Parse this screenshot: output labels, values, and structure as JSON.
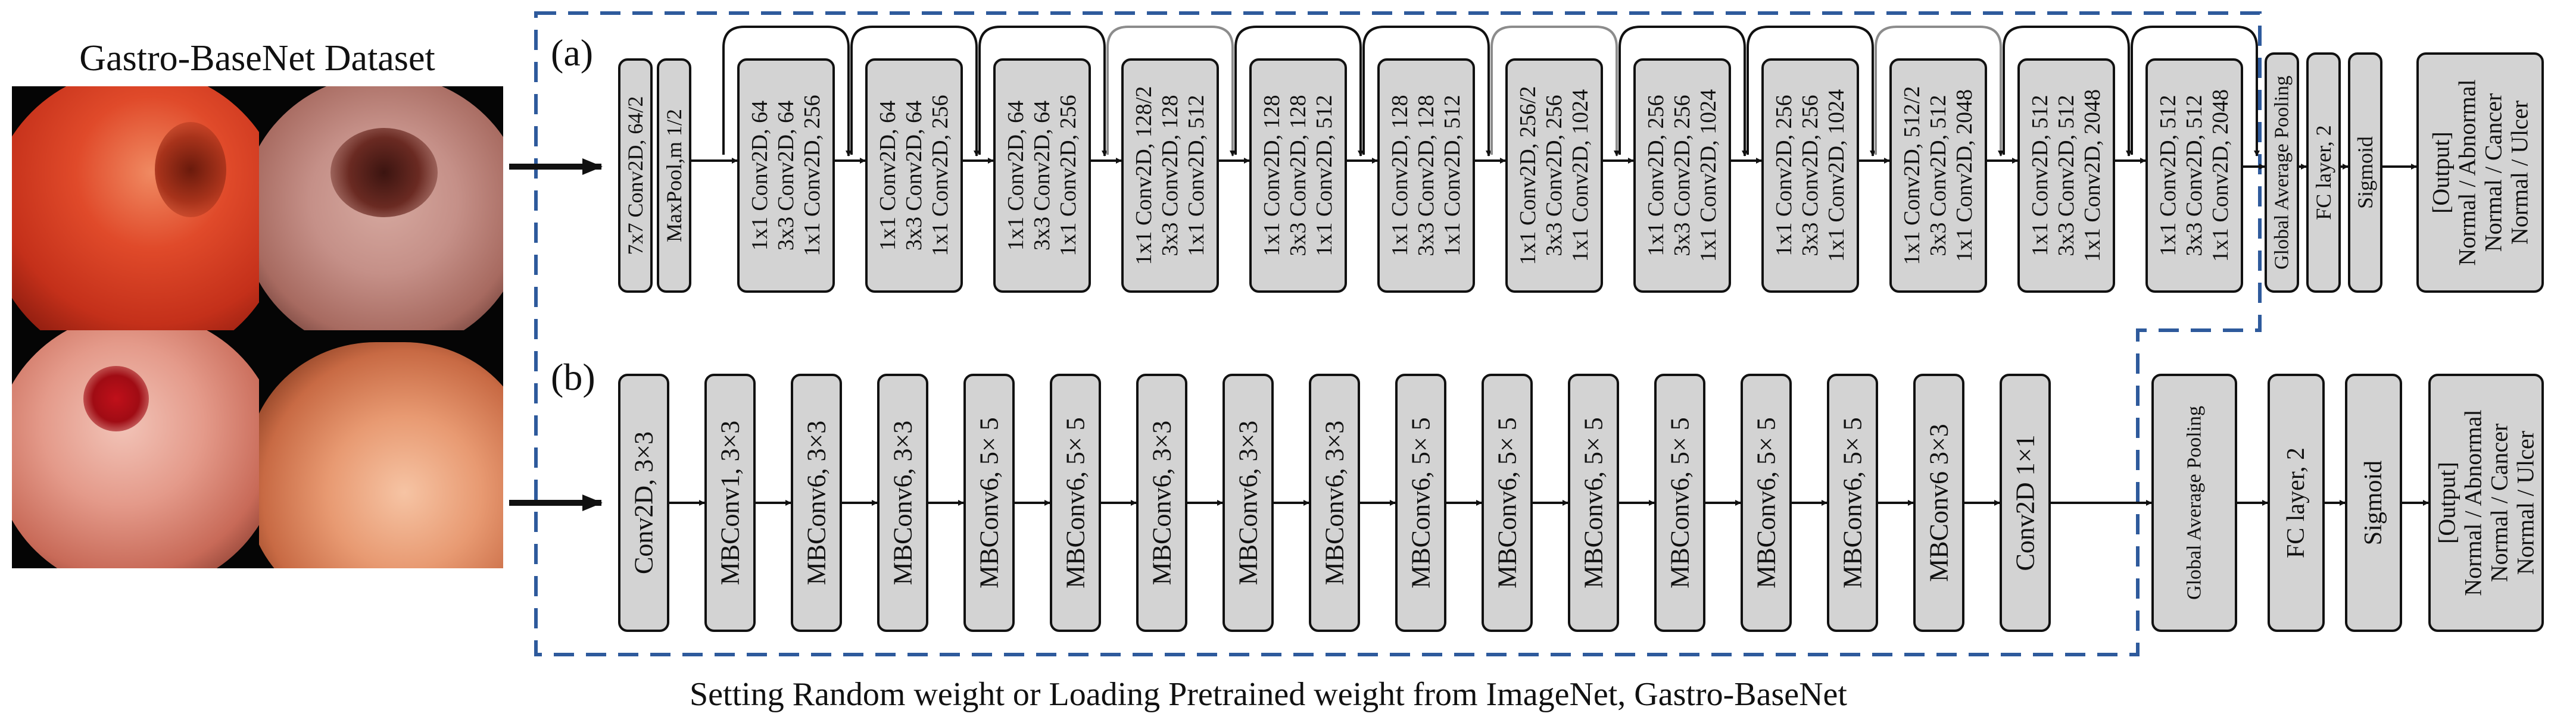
{
  "dataset_title": "Gastro-BaseNet Dataset",
  "caption": "Setting Random weight or Loading Pretrained weight from ImageNet, Gastro-BaseNet",
  "panel_a": {
    "label": "(a)",
    "blocks": [
      {
        "lines": [
          "7x7 Conv2D, 64/2"
        ]
      },
      {
        "lines": [
          "MaxPool,m 1/2"
        ]
      },
      {
        "lines": [
          "1x1 Conv2D, 64",
          "3x3 Conv2D, 64",
          "1x1 Conv2D, 256"
        ]
      },
      {
        "lines": [
          "1x1 Conv2D, 64",
          "3x3 Conv2D, 64",
          "1x1 Conv2D, 256"
        ]
      },
      {
        "lines": [
          "1x1 Conv2D, 64",
          "3x3 Conv2D, 64",
          "1x1 Conv2D, 256"
        ]
      },
      {
        "lines": [
          "1x1 Conv2D, 128/2",
          "3x3 Conv2D, 128",
          "1x1 Conv2D, 512"
        ]
      },
      {
        "lines": [
          "1x1 Conv2D, 128",
          "3x3 Conv2D, 128",
          "1x1 Conv2D, 512"
        ]
      },
      {
        "lines": [
          "1x1 Conv2D, 128",
          "3x3 Conv2D, 128",
          "1x1 Conv2D, 512"
        ]
      },
      {
        "lines": [
          "1x1 Conv2D, 256/2",
          "3x3 Conv2D, 256",
          "1x1 Conv2D, 1024"
        ]
      },
      {
        "lines": [
          "1x1 Conv2D, 256",
          "3x3 Conv2D, 256",
          "1x1 Conv2D, 1024"
        ]
      },
      {
        "lines": [
          "1x1 Conv2D, 256",
          "3x3 Conv2D, 256",
          "1x1 Conv2D, 1024"
        ]
      },
      {
        "lines": [
          "1x1 Conv2D, 512/2",
          "3x3 Conv2D, 512",
          "1x1 Conv2D, 2048"
        ]
      },
      {
        "lines": [
          "1x1 Conv2D, 512",
          "3x3 Conv2D, 512",
          "1x1 Conv2D, 2048"
        ]
      },
      {
        "lines": [
          "1x1 Conv2D, 512",
          "3x3 Conv2D, 512",
          "1x1 Conv2D, 2048"
        ]
      },
      {
        "lines": [
          "Global Average Pooling"
        ]
      },
      {
        "lines": [
          "FC layer, 2"
        ]
      },
      {
        "lines": [
          "Sigmoid"
        ]
      },
      {
        "lines": [
          "[Output]",
          "Normal / Abnormal",
          "Normal / Cancer",
          "Normal / Ulcer"
        ]
      }
    ]
  },
  "panel_b": {
    "label": "(b)",
    "blocks": [
      {
        "lines": [
          "Conv2D, 3×3"
        ]
      },
      {
        "lines": [
          "MBConv1, 3×3"
        ]
      },
      {
        "lines": [
          "MBConv6, 3×3"
        ]
      },
      {
        "lines": [
          "MBConv6, 3×3"
        ]
      },
      {
        "lines": [
          "MBConv6, 5× 5"
        ]
      },
      {
        "lines": [
          "MBConv6, 5× 5"
        ]
      },
      {
        "lines": [
          "MBConv6, 3×3"
        ]
      },
      {
        "lines": [
          "MBConv6, 3×3"
        ]
      },
      {
        "lines": [
          "MBConv6, 3×3"
        ]
      },
      {
        "lines": [
          "MBConv6, 5× 5"
        ]
      },
      {
        "lines": [
          "MBConv6, 5× 5"
        ]
      },
      {
        "lines": [
          "MBConv6, 5× 5"
        ]
      },
      {
        "lines": [
          "MBConv6, 5× 5"
        ]
      },
      {
        "lines": [
          "MBConv6, 5× 5"
        ]
      },
      {
        "lines": [
          "MBConv6, 5× 5"
        ]
      },
      {
        "lines": [
          "MBConv6 3×3"
        ]
      },
      {
        "lines": [
          "Conv2D 1×1"
        ]
      },
      {
        "lines": [
          "Global Average Pooling"
        ]
      },
      {
        "lines": [
          "FC layer, 2"
        ]
      },
      {
        "lines": [
          "Sigmoid"
        ]
      },
      {
        "lines": [
          "[Output]",
          "Normal / Abnormal",
          "Normal / Cancer",
          "Normal / Ulcer"
        ]
      }
    ]
  },
  "colors": {
    "block_fill": "#d3d3d3",
    "block_stroke": "#111111",
    "dashed_frame": "#2e5a9c",
    "skip_gray": "#8c8c8c",
    "text": "#111111"
  }
}
